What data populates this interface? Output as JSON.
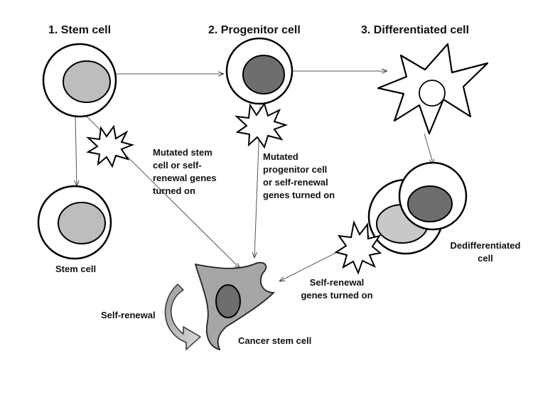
{
  "cells": {
    "stem_title": "1. Stem cell",
    "progenitor_title": "2. Progenitor cell",
    "differentiated_title": "3. Differentiated cell",
    "stem_cell": "Stem cell",
    "dedifferentiated": "Dedifferentiated\ncell",
    "cancer_stem_cell": "Cancer stem cell"
  },
  "annotations": {
    "mutated_stem": "Mutated stem\ncell or self-\nrenewal genes\nturned on",
    "mutated_progenitor": "Mutated\nprogenitor cell\nor self-renewal\ngenes turned on",
    "self_renewal_genes": "Self-renewal\ngenes turned on",
    "self_renewal": "Self-renewal"
  },
  "colors": {
    "nucleus_light": "#bdbdbd",
    "nucleus_dark": "#6e6e6e",
    "cancer_cell": "#a6a6a6",
    "outline": "#000000"
  }
}
